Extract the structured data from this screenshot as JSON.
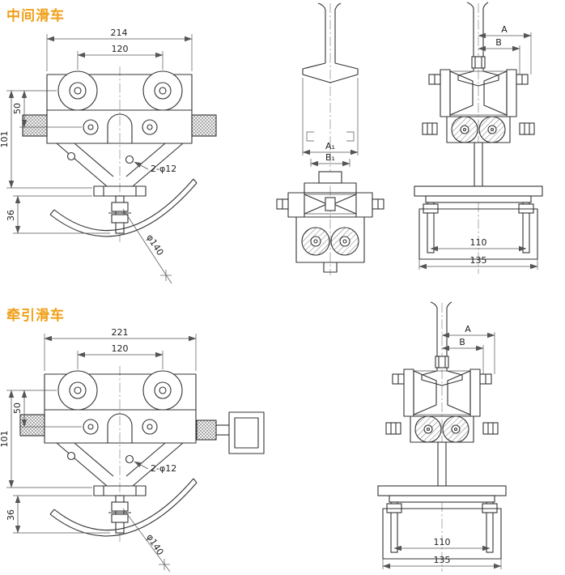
{
  "colors": {
    "title": "#f0a018",
    "line": "#333333",
    "background": "#ffffff"
  },
  "sections": {
    "middle": {
      "title": "中间滑车",
      "front": {
        "overall_width": "214",
        "wheel_spacing": "120",
        "dim_50": "50",
        "dim_101": "101",
        "dim_36": "36",
        "holes_label": "2-φ12",
        "saddle_dia": "φ140"
      },
      "rail": {
        "dim_a1": "A₁",
        "dim_b1": "B₁"
      },
      "side": {
        "dim_a": "A",
        "dim_b": "B",
        "bolt_spacing": "110",
        "base_width": "135"
      }
    },
    "towing": {
      "title": "牵引滑车",
      "front": {
        "overall_width": "221",
        "wheel_spacing": "120",
        "dim_50": "50",
        "dim_101": "101",
        "dim_36": "36",
        "holes_label": "2-φ12",
        "saddle_dia": "φ140"
      },
      "side": {
        "dim_a": "A",
        "dim_b": "B",
        "bolt_spacing": "110",
        "base_width": "135"
      }
    }
  }
}
